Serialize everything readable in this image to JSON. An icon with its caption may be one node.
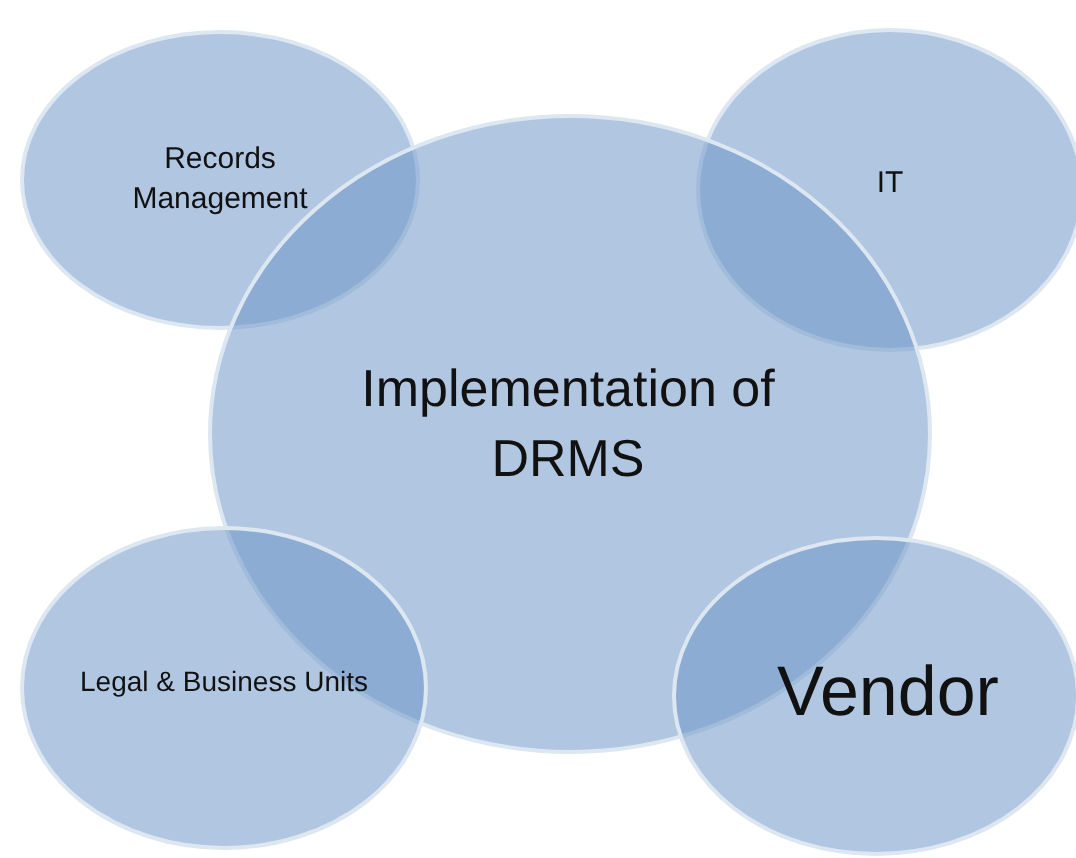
{
  "diagram": {
    "nodes": [
      {
        "text": [
          "Records Management"
        ]
      },
      {
        "text": [
          "IT"
        ]
      },
      {
        "text": [
          "Implementation of DRMS"
        ]
      },
      {
        "text": [
          "Legal & Business Units"
        ]
      },
      {
        "text": [
          "Vendor"
        ]
      }
    ],
    "edges": []
  }
}
